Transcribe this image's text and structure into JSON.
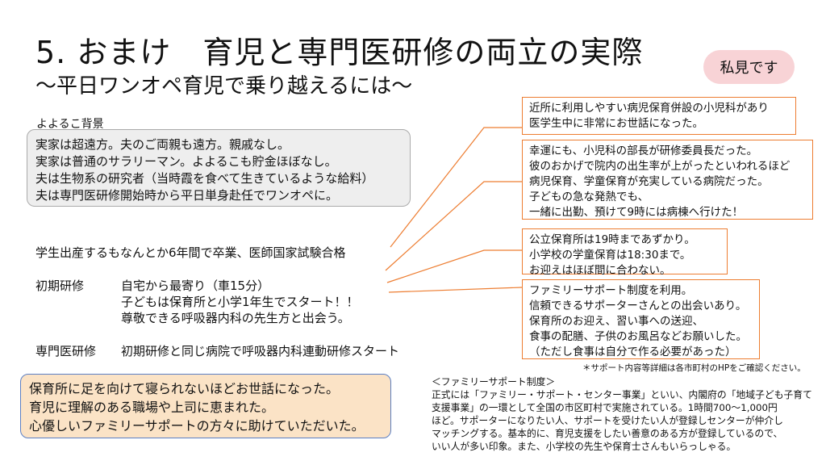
{
  "title": "5. おまけ　育児と専門医研修の両立の実際",
  "subtitle": "～平日ワンオペ育児で乗り越えるには～",
  "badge": "私見です",
  "background": {
    "label": "よよるこ背景",
    "lines": [
      "実家は超遠方。夫のご両親も遠方。親戚なし。",
      "実家は普通のサラリーマン。よよるこも貯金ほぼなし。",
      "夫は生物系の研究者（当時霞を食べて生きているような給料）",
      "夫は専門医研修開始時から平日単身赴任でワンオペに。"
    ]
  },
  "timeline": {
    "student": "学生出産するもなんとか6年間で卒業、医師国家試験合格",
    "initial_label": "初期研修",
    "initial_lines": [
      "自宅から最寄り（車15分）",
      "子どもは保育所と小学1年生でスタート！！",
      "尊敬できる呼吸器内科の先生方と出会う。"
    ],
    "specialist_label": "専門医研修",
    "specialist_text": "初期研修と同じ病院で呼吸器内科連動研修スタート"
  },
  "summary": [
    "保育所に足を向けて寝られないほどお世話になった。",
    "育児に理解のある職場や上司に恵まれた。",
    "心優しいファミリーサポートの方々に助けていただいた。"
  ],
  "callouts": [
    {
      "lines": [
        "近所に利用しやすい病児保育併設の小児科があり",
        "医学生中に非常にお世話になった。"
      ]
    },
    {
      "lines": [
        "幸運にも、小児科の部長が研修委員長だった。",
        "彼のおかげで院内の出生率が上がったといわれるほど",
        "病児保育、学童保育が充実している病院だった。",
        "子どもの急な発熱でも、",
        "一緒に出勤、預けて9時には病棟へ行けた！"
      ]
    },
    {
      "lines": [
        "公立保育所は19時まであずかり。",
        "小学校の学童保育は18:30まで。",
        "お迎えはほぼ間に合わない。"
      ]
    },
    {
      "lines": [
        "ファミリーサポート制度を利用。",
        "信頼できるサポーターさんとの出会いあり。",
        "保育所のお迎え、習い事への送迎、",
        "食事の配膳、子供のお風呂などお願いした。",
        "（ただし食事は自分で作る必要があった）"
      ]
    }
  ],
  "note": "＊サポート内容等詳細は各市町村のHPをご確認ください。",
  "family_support": {
    "heading": "＜ファミリーサポート制度＞",
    "lines": [
      "正式には「ファミリー・サポート・センター事業」といい、内閣府の「地域子ども子育て",
      "支援事業」の一環として全国の市区町村で実施されている。1時間700～1,000円",
      "ほど。サポーターになりたい人、サポートを受けたい人が登録しセンターが仲介し",
      "マッチングする。基本的に、育児支援をしたい善意のある方が登録しているので、",
      "いい人が多い印象。また、小学校の先生や保育士さんもいらっしゃる。"
    ]
  },
  "colors": {
    "accent": "#ed7d31",
    "badge": "#f8d3d6",
    "summary_bg": "#fbe3c6",
    "summary_border": "#5b7fc4"
  }
}
